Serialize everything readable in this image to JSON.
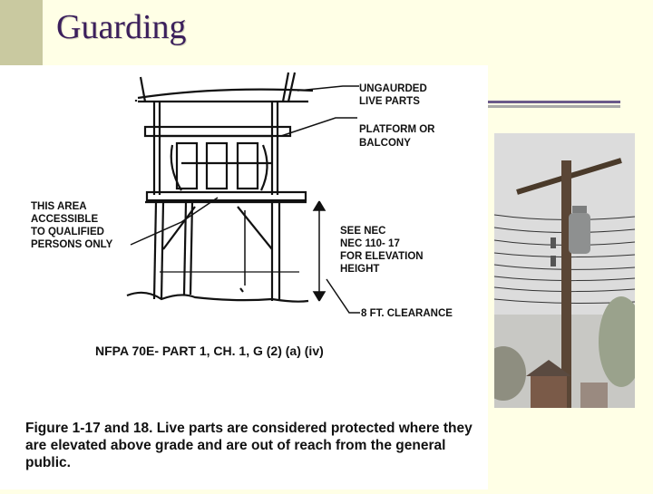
{
  "slide": {
    "title": "Guarding"
  },
  "diagram": {
    "labels": {
      "ungaurded_1": "UNGAURDED",
      "ungaurded_2": "LIVE PARTS",
      "platform_1": "PLATFORM OR",
      "platform_2": "BALCONY",
      "area_1": "THIS AREA",
      "area_2": "ACCESSIBLE",
      "area_3": "TO QUALIFIED",
      "area_4": "PERSONS ONLY",
      "nec_1": "SEE NEC",
      "nec_2": "NEC 110- 17",
      "nec_3": "FOR ELEVATION",
      "nec_4": "HEIGHT",
      "clearance": "8 FT. CLEARANCE"
    },
    "reference": "NFPA 70E- PART 1, CH. 1, G (2) (a) (iv)",
    "caption": "Figure 1-17 and 18.  Live parts are considered protected where they are elevated above grade and are out of reach from the general public."
  },
  "photo": {
    "subject": "utility pole with pole-mounted transformer"
  },
  "colors": {
    "background": "#FFFFE6",
    "title": "#3B1F5C",
    "accent": "#C9C9A0",
    "rule": "#6B5A8A"
  }
}
